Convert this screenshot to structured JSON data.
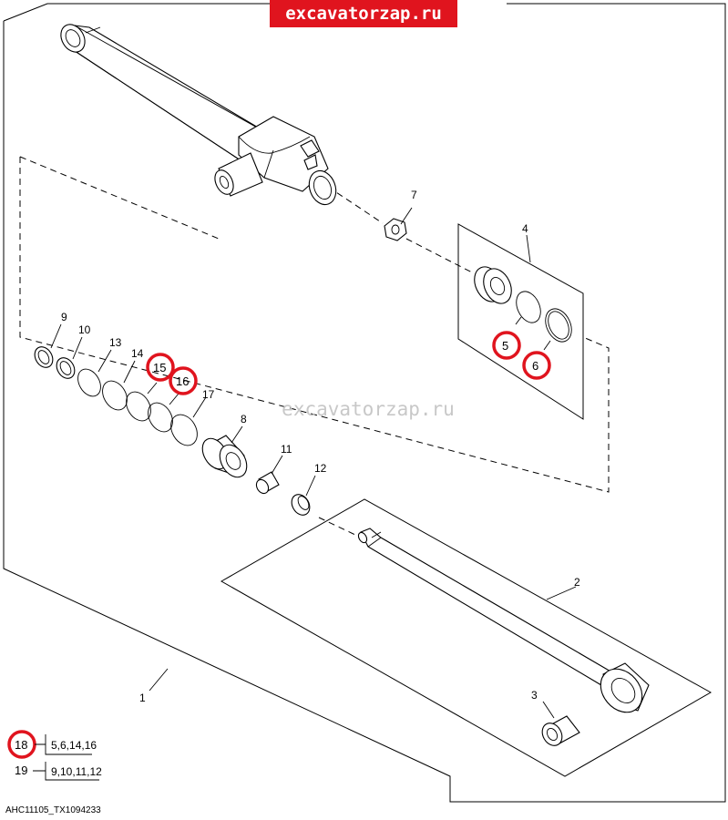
{
  "watermark_top": "excavatorzap.ru",
  "watermark_mid": "excavatorzap.ru",
  "callouts": {
    "c1": "1",
    "c2": "2",
    "c3": "3",
    "c4": "4",
    "c5": "5",
    "c6": "6",
    "c7": "7",
    "c8": "8",
    "c9": "9",
    "c10": "10",
    "c11": "11",
    "c12": "12",
    "c13": "13",
    "c14": "14",
    "c15": "15",
    "c16": "16",
    "c17": "17"
  },
  "kits": [
    {
      "id": "18",
      "parts": "5,6,14,16"
    },
    {
      "id": "19",
      "parts": "9,10,11,12"
    }
  ],
  "figure_id": "AHC11105_TX1094233",
  "colors": {
    "highlight": "#e0141e",
    "watermark_band": "#e0141e",
    "ink": "#000000"
  }
}
